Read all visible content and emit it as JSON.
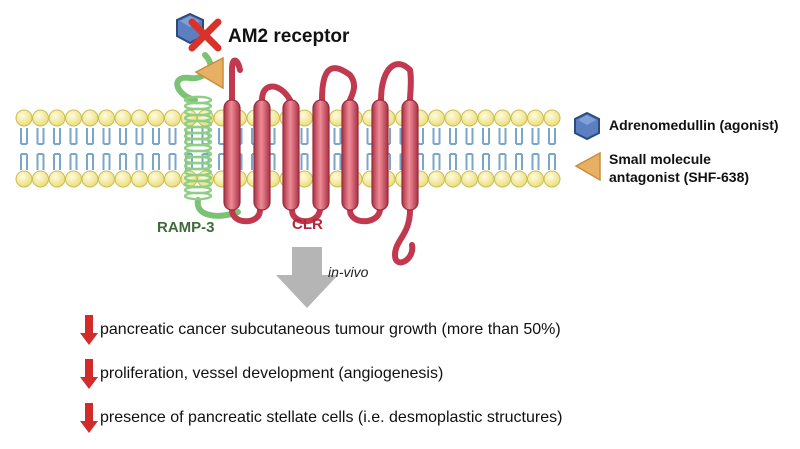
{
  "title": "AM2 receptor",
  "labels": {
    "ramp": "RAMP-3",
    "clr": "CLR",
    "in_vivo": "in-vivo"
  },
  "legend": [
    {
      "icon": "hexagon-icon",
      "color": "#5b7fc0",
      "text": "Adrenomedullin (agonist)"
    },
    {
      "icon": "triangle-icon",
      "color": "#e8b064",
      "text_lines": [
        "Small molecule",
        "antagonist (SHF-638)"
      ]
    }
  ],
  "effects": [
    {
      "icon": "down-arrow-icon",
      "text": "pancreatic cancer subcutaneous tumour growth (more than 50%)"
    },
    {
      "icon": "down-arrow-icon",
      "text": "proliferation, vessel development (angiogenesis)"
    },
    {
      "icon": "down-arrow-icon",
      "text": "presence of pancreatic stellate cells (i.e. desmoplastic structures)"
    }
  ],
  "colors": {
    "membrane_head": "#f5ec9c",
    "membrane_tail": "#7aa6c8",
    "clr": "#d35a6b",
    "ramp": "#8fcf85",
    "arrow_red": "#d22b2b",
    "arrow_grey": "#b5b5b5",
    "blocked_x": "#d8322a"
  }
}
